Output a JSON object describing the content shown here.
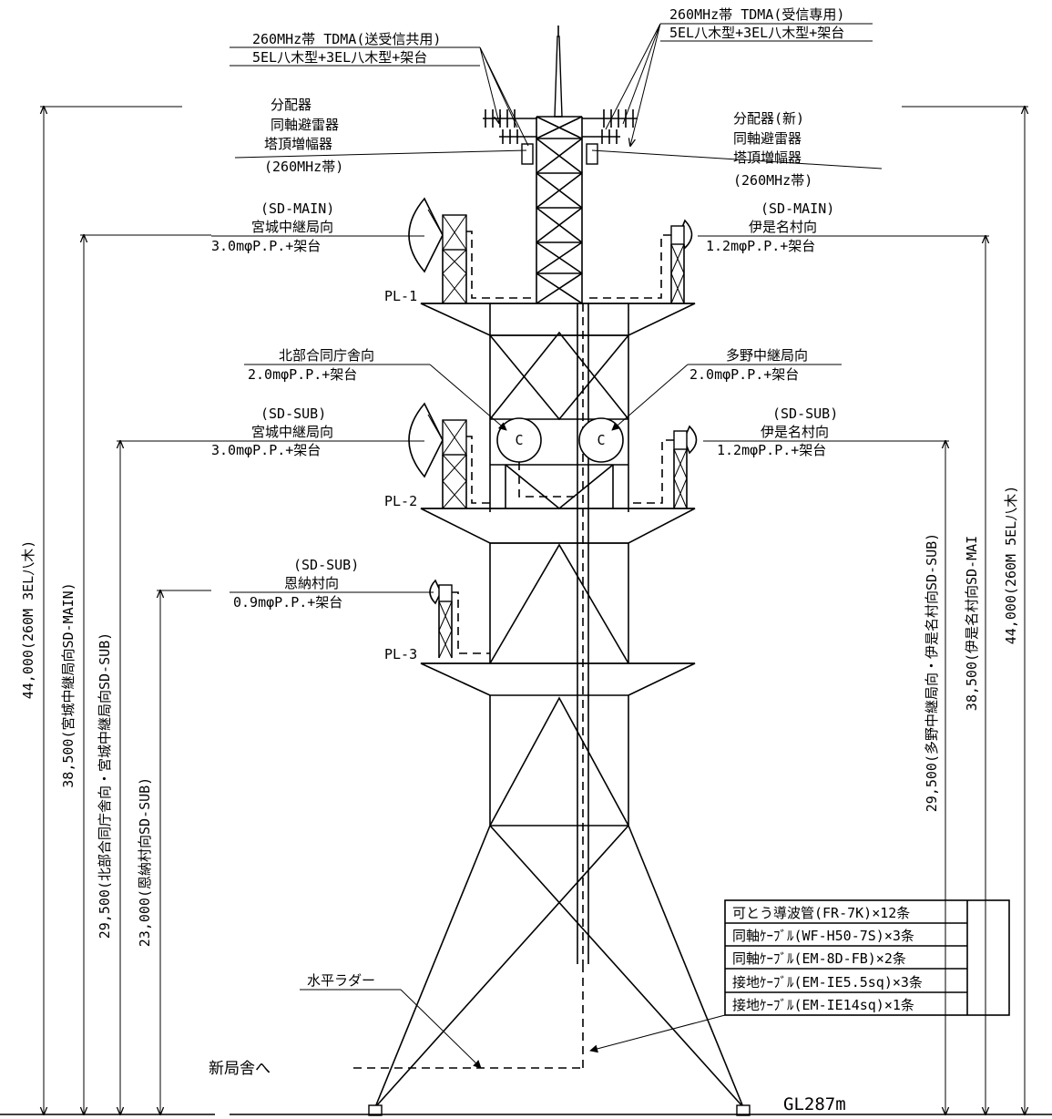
{
  "antenna_top": {
    "left": {
      "line1": "260MHz帯 TDMA(送受信共用)",
      "line2": "5EL八木型+3EL八木型+架台"
    },
    "right": {
      "line1": "260MHz帯 TDMA(受信専用)",
      "line2": "5EL八木型+3EL八木型+架台"
    }
  },
  "equipment": {
    "left": [
      "分配器",
      "同軸避雷器",
      "塔頂増幅器",
      "(260MHz帯)"
    ],
    "right": [
      "分配器(新)",
      "同軸避雷器",
      "塔頂増幅器",
      "(260MHz帯)"
    ]
  },
  "labels": {
    "pl1": {
      "l1": "(SD-MAIN)",
      "l2": "宮城中継局向",
      "l3": "3.0mφP.P.+架台"
    },
    "pr1": {
      "l1": "(SD-MAIN)",
      "l2": "伊是名村向",
      "l3": "1.2mφP.P.+架台"
    },
    "pl2": {
      "l1": "北部合同庁舎向",
      "l2": "2.0mφP.P.+架台"
    },
    "pr2": {
      "l1": "多野中継局向",
      "l2": "2.0mφP.P.+架台"
    },
    "pl3": {
      "l1": "(SD-SUB)",
      "l2": "宮城中継局向",
      "l3": "3.0mφP.P.+架台"
    },
    "pr3": {
      "l1": "(SD-SUB)",
      "l2": "伊是名村向",
      "l3": "1.2mφP.P.+架台"
    },
    "pl4": {
      "l1": "(SD-SUB)",
      "l2": "恩納村向",
      "l3": "0.9mφP.P.+架台"
    }
  },
  "platforms": [
    "PL-1",
    "PL-2",
    "PL-3"
  ],
  "dish_marker": "C",
  "dimensions": {
    "left": [
      "44,000(260M 3EL八木)",
      "38,500(宮城中継局向SD-MAIN)",
      "29,500(北部合同庁舎向・宮城中継局向SD-SUB)",
      "23,000(恩納村向SD-SUB)"
    ],
    "right": [
      "29,500(多野中継局向・伊是名村向SD-SUB)",
      "38,500(伊是名村向SD-MAI",
      "44,000(260M 5EL八木)"
    ]
  },
  "cable_table": [
    "可とう導波管(FR-7K)×12条",
    "同軸ｹｰﾌﾞﾙ(WF-H50-7S)×3条",
    "同軸ｹｰﾌﾞﾙ(EM-8D-FB)×2条",
    "接地ｹｰﾌﾞﾙ(EM-IE5.5sq)×3条",
    "接地ｹｰﾌﾞﾙ(EM-IE14sq)×1条"
  ],
  "ladder": "水平ラダー",
  "new_building": "新局舎へ",
  "ground": "GL287m"
}
